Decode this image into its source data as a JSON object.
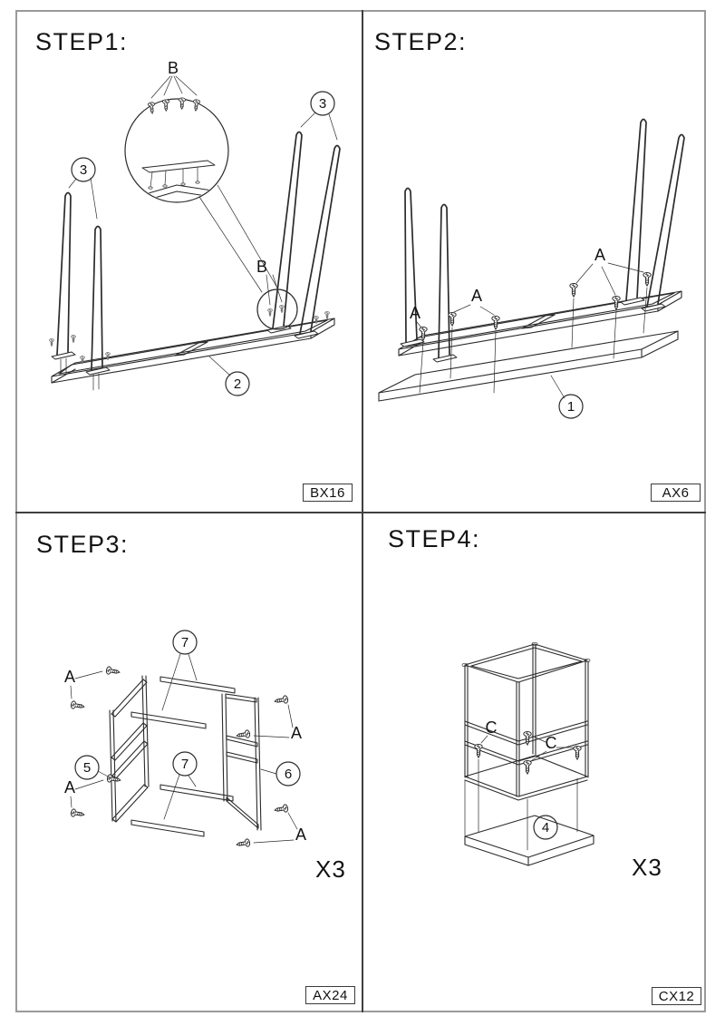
{
  "document": {
    "background": "#ffffff",
    "line_color": "#2b2b2b",
    "border_color": "#9a9a9a",
    "divider_color": "#3f3f3f"
  },
  "steps": [
    {
      "title": "STEP1:",
      "hardware_code": "BX16",
      "labels": {
        "screw": "B",
        "leg_part": "3",
        "frame_part": "2"
      }
    },
    {
      "title": "STEP2:",
      "hardware_code": "AX6",
      "labels": {
        "screw": "A",
        "top_panel_part": "1"
      }
    },
    {
      "title": "STEP3:",
      "hardware_code": "AX24",
      "multiplier": "X3",
      "labels": {
        "screw": "A",
        "left_frame_part": "5",
        "right_frame_part": "6",
        "rail_part": "7"
      }
    },
    {
      "title": "STEP4:",
      "hardware_code": "CX12",
      "multiplier": "X3",
      "labels": {
        "screw": "C",
        "base_panel_part": "4"
      }
    }
  ]
}
